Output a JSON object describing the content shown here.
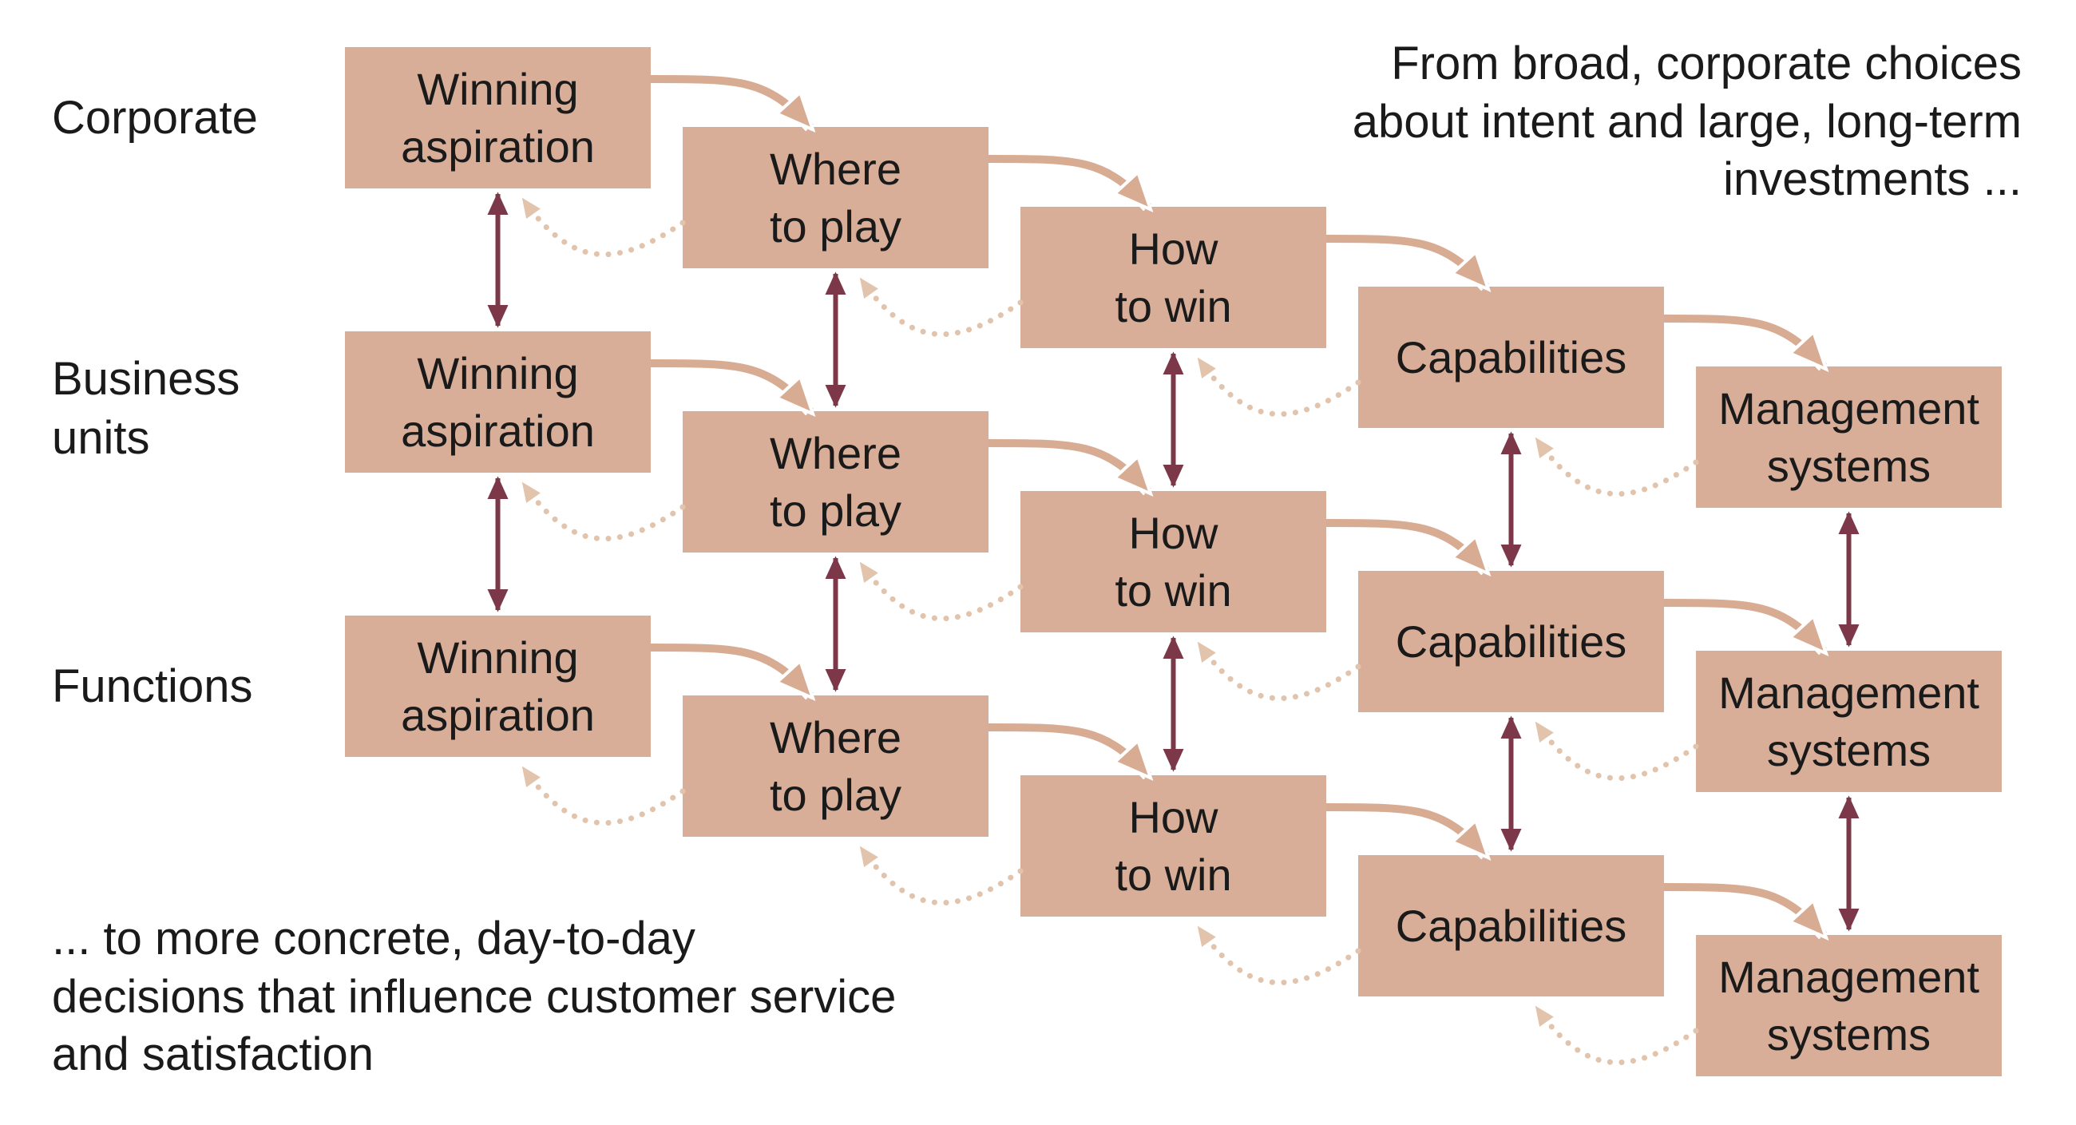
{
  "row_labels": [
    {
      "id": "corporate",
      "label": "Corporate"
    },
    {
      "id": "business-units",
      "label": "Business\nunits"
    },
    {
      "id": "functions",
      "label": "Functions"
    }
  ],
  "grid": {
    "rows": [
      {
        "row": "Corporate",
        "cells": [
          "Winning\naspiration",
          "Where\nto play",
          "How\nto win",
          "Capabilities",
          "Management\nsystems"
        ]
      },
      {
        "row": "Business units",
        "cells": [
          "Winning\naspiration",
          "Where\nto play",
          "How\nto win",
          "Capabilities",
          "Management\nsystems"
        ]
      },
      {
        "row": "Functions",
        "cells": [
          "Winning\naspiration",
          "Where\nto play",
          "How\nto win",
          "Capabilities",
          "Management\nsystems"
        ]
      }
    ]
  },
  "annotations": {
    "top_right": "From broad, corporate choices\nabout intent and large, long-term\ninvestments ...",
    "bottom_left": "... to more concrete, day-to-day\ndecisions that influence customer service\nand satisfaction"
  },
  "arrow_legend": {
    "forward_arrow": "solid cascade arrow (left to right)",
    "feedback_arrow": "dotted feedback arrow (right to left)",
    "alignment_arrow": "dark double-headed vertical alignment arrow"
  },
  "colors": {
    "background": "#ffffff",
    "box_fill": "#d9ae98",
    "forward_arrow": "#d8ab93",
    "feedback_arrow": "#e2c4ad",
    "alignment_arrow": "#7c3848",
    "text": "#1a1a1a"
  }
}
